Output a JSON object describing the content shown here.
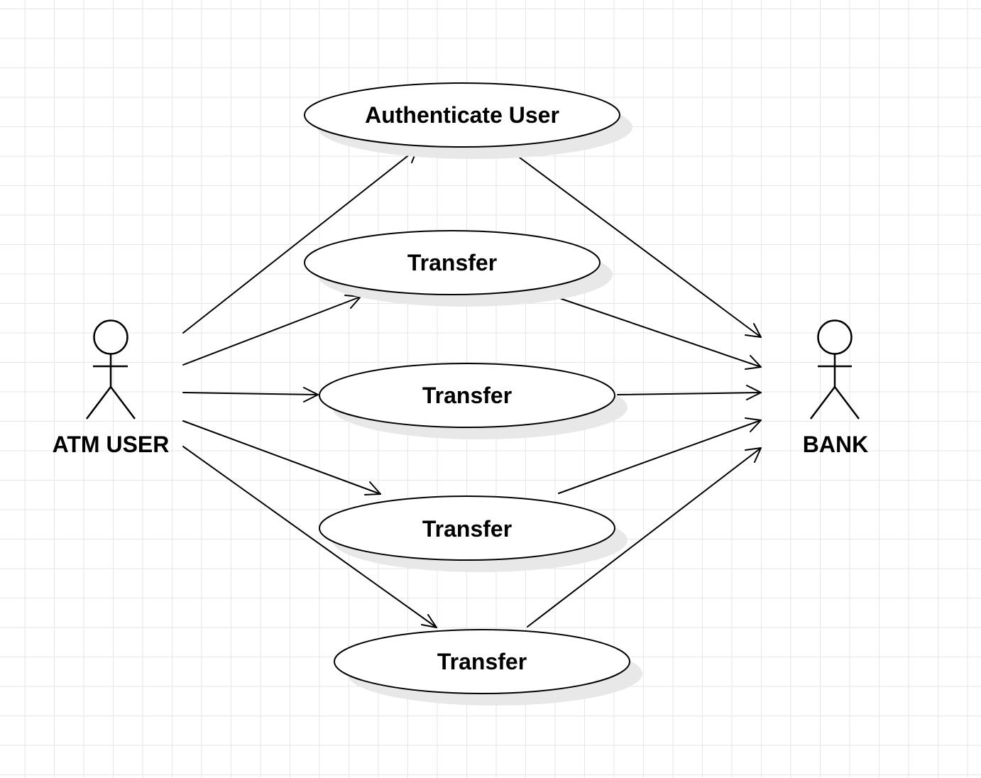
{
  "actors": {
    "user": {
      "label": "ATM USER"
    },
    "bank": {
      "label": "BANK"
    }
  },
  "use_cases": [
    {
      "label": "Authenticate User"
    },
    {
      "label": "Transfer"
    },
    {
      "label": "Transfer"
    },
    {
      "label": "Transfer"
    },
    {
      "label": "Transfer"
    }
  ],
  "colors": {
    "stroke": "#000000",
    "shadow": "#e8e8e8",
    "grid": "#e6e6e6",
    "background": "#ffffff"
  }
}
